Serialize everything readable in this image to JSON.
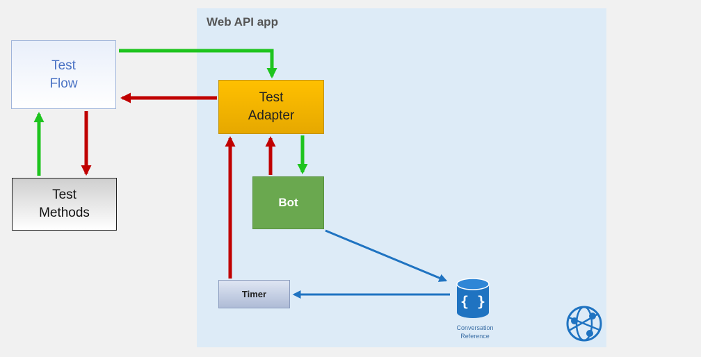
{
  "diagram": {
    "container_title": "Web API app",
    "nodes": {
      "test_flow": "Test\nFlow",
      "test_methods": "Test\nMethods",
      "test_adapter": "Test\nAdapter",
      "bot": "Bot",
      "timer": "Timer",
      "conversation_reference": "Conversation\nReference"
    },
    "icons": {
      "database": "database-braces-icon",
      "app_service": "web-app-globe-icon"
    },
    "colors": {
      "green_arrow": "#1ec41e",
      "red_arrow": "#c00000",
      "blue_arrow": "#1f73c1",
      "panel_background": "#ddebf7"
    },
    "edges": [
      {
        "from": "Test Flow",
        "to": "Test Adapter",
        "color": "green"
      },
      {
        "from": "Test Adapter",
        "to": "Test Flow",
        "color": "red"
      },
      {
        "from": "Test Methods",
        "to": "Test Flow",
        "color": "green"
      },
      {
        "from": "Test Flow",
        "to": "Test Methods",
        "color": "red"
      },
      {
        "from": "Test Adapter",
        "to": "Bot",
        "color": "green"
      },
      {
        "from": "Bot",
        "to": "Test Adapter",
        "color": "red"
      },
      {
        "from": "Timer",
        "to": "Test Adapter",
        "color": "red"
      },
      {
        "from": "Bot",
        "to": "Conversation Reference",
        "color": "blue"
      },
      {
        "from": "Conversation Reference",
        "to": "Timer",
        "color": "blue"
      }
    ]
  }
}
